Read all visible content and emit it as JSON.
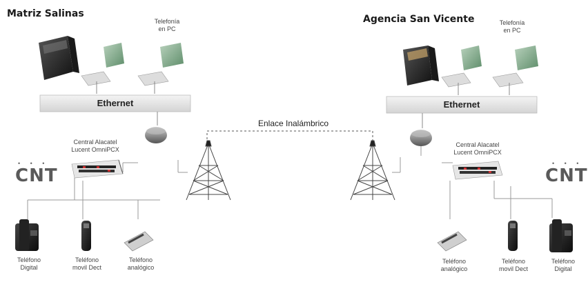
{
  "link_label": "Enlace Inalámbrico",
  "left_site": {
    "title": "Matriz Salinas",
    "pc_phone_label_1": "Telefonía",
    "pc_phone_label_2": "en PC",
    "ethernet_label": "Ethernet",
    "pbx_label_1": "Central Alacatel",
    "pbx_label_2": "Lucent OmniPCX",
    "carrier_logo": "CNT",
    "carrier_dots": "• • •",
    "phones": [
      {
        "line1": "Teléfono",
        "line2": "Digital"
      },
      {
        "line1": "Teléfono",
        "line2": "movil Dect"
      },
      {
        "line1": "Teléfono",
        "line2": "analógico"
      }
    ]
  },
  "right_site": {
    "title": "Agencia San Vicente",
    "pc_phone_label_1": "Telefonía",
    "pc_phone_label_2": "en PC",
    "ethernet_label": "Ethernet",
    "pbx_label_1": "Central Alacatel",
    "pbx_label_2": "Lucent OmniPCX",
    "carrier_logo": "CNT",
    "carrier_dots": "• • •",
    "phones": [
      {
        "line1": "Teléfono",
        "line2": "analógico"
      },
      {
        "line1": "Teléfono",
        "line2": "movil Dect"
      },
      {
        "line1": "Teléfono",
        "line2": "Digital"
      }
    ]
  },
  "colors": {
    "server_dark": "#2b2b2b",
    "monitor_green": "#7fa88a",
    "ethernet_bar": "#e6e6e6",
    "router_gray": "#8a8a8a",
    "link_dash": "#555555"
  }
}
